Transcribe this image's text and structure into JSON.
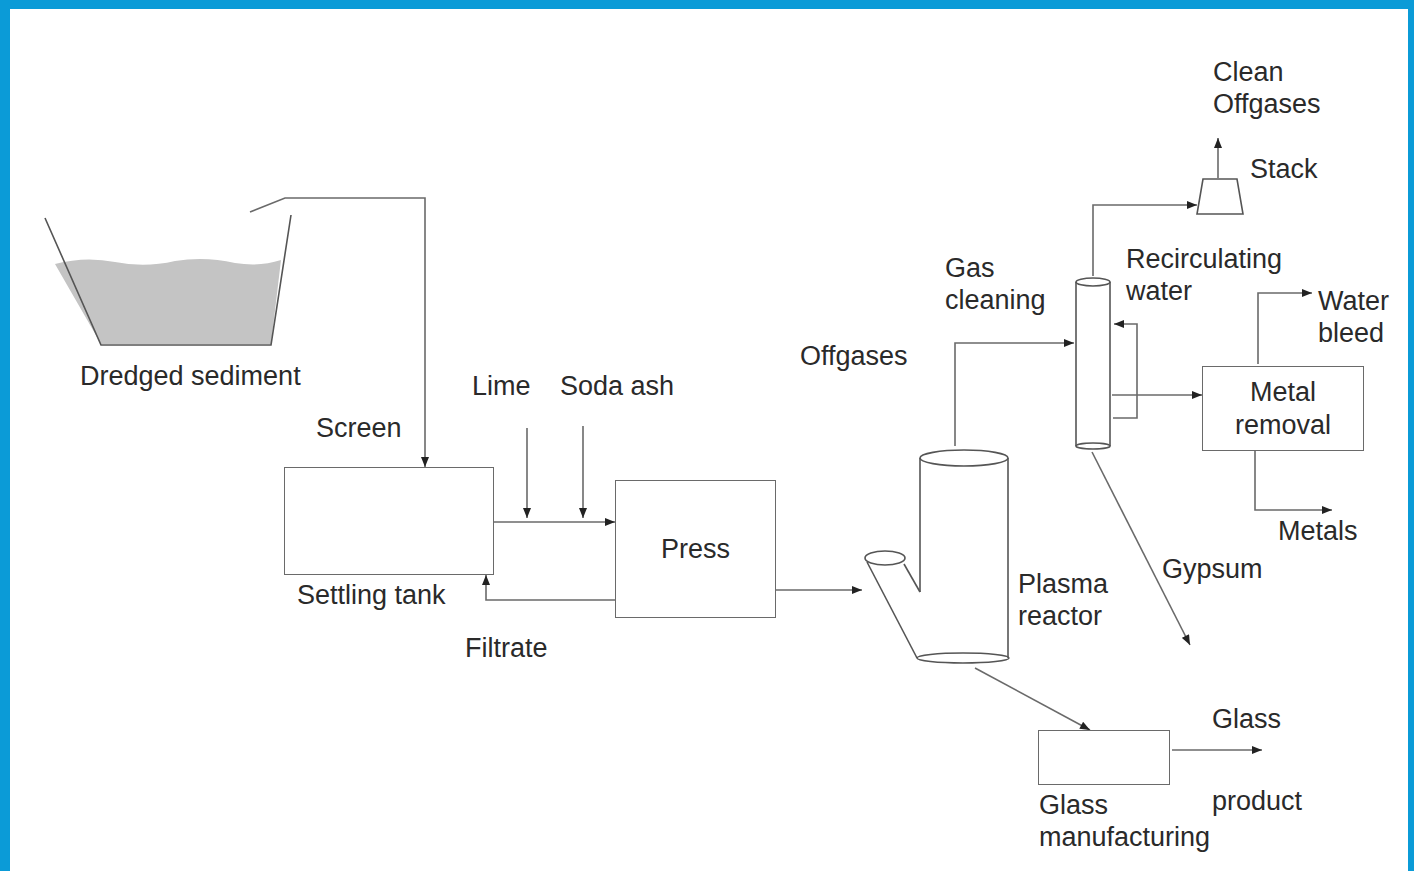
{
  "diagram": {
    "nodes": [
      {
        "text": [
          "Dredged sediment"
        ]
      },
      {
        "text": [
          "Settling tank"
        ]
      },
      {
        "text": [
          "Press"
        ]
      },
      {
        "text": [
          "Plasma reactor"
        ]
      },
      {
        "text": [
          "Gas cleaning"
        ]
      },
      {
        "text": [
          "Stack"
        ]
      },
      {
        "text": [
          "Metal removal"
        ]
      },
      {
        "text": [
          "Glass manufacturing"
        ]
      }
    ],
    "edges": [
      {
        "from": 0,
        "to": 1,
        "arrow": "to"
      },
      {
        "from": 1,
        "to": 2,
        "arrow": "to"
      },
      {
        "from": 2,
        "to": 1,
        "label": "Filtrate",
        "arrow": "to"
      },
      {
        "from": 2,
        "to": 3,
        "arrow": "to"
      },
      {
        "from": 3,
        "to": 4,
        "label": "Offgases",
        "arrow": "to"
      },
      {
        "from": 4,
        "to": 5,
        "arrow": "to"
      },
      {
        "from": 4,
        "to": 6,
        "arrow": "to"
      },
      {
        "from": 3,
        "to": 7,
        "arrow": "to"
      }
    ],
    "labels": [
      "Screen",
      "Lime",
      "Soda ash",
      "Clean Offgases",
      "Recirculating water",
      "Water bleed",
      "Metals",
      "Gypsum",
      "Glass",
      "product"
    ]
  }
}
